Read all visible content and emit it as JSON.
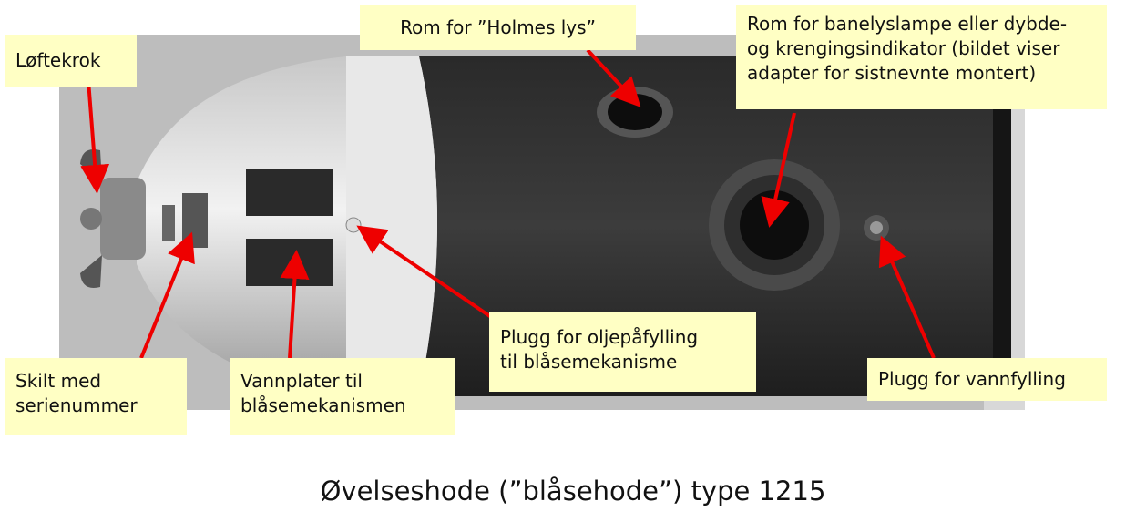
{
  "labels": {
    "loftekrok": "Løftekrok",
    "holmes": "Rom for ”Holmes lys”",
    "banelys": [
      "Rom for banelyslampe eller dybde-",
      "og krengingsindikator (bildet viser",
      "adapter for sistnevnte montert)"
    ],
    "olje": [
      "Plugg for oljepåfylling",
      "til blåsemekanisme"
    ],
    "skilt": [
      "Skilt med",
      "serienummer"
    ],
    "vannplater": [
      "Vannplater til",
      "blåsemekanismen"
    ],
    "vannfylling": "Plugg for vannfylling"
  },
  "caption": "Øvelseshode (”blåsehode”) type 1215",
  "colors": {
    "label_bg": "#ffffc4",
    "arrow": "#ee0000"
  }
}
